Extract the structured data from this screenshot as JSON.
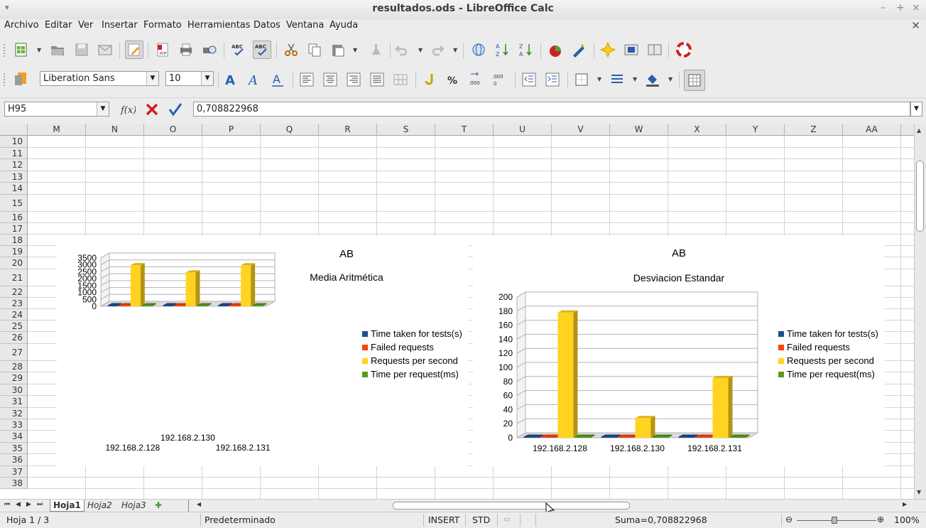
{
  "window": {
    "title": "resultados.ods - LibreOffice Calc"
  },
  "menu": [
    "Archivo",
    "Editar",
    "Ver",
    "Insertar",
    "Formato",
    "Herramientas",
    "Datos",
    "Ventana",
    "Ayuda"
  ],
  "format_toolbar": {
    "font_name": "Liberation Sans",
    "font_size": "10"
  },
  "formula_bar": {
    "name_box": "H95",
    "formula": "0,708822968"
  },
  "columns": [
    "M",
    "N",
    "O",
    "P",
    "Q",
    "R",
    "S",
    "T",
    "U",
    "V",
    "W",
    "X",
    "Y",
    "Z",
    "AA"
  ],
  "rows": [
    "10",
    "11",
    "12",
    "13",
    "14",
    "15",
    "16",
    "17",
    "18",
    "19",
    "20",
    "21",
    "22",
    "23",
    "24",
    "25",
    "26",
    "27",
    "28",
    "29",
    "30",
    "31",
    "32",
    "33",
    "34",
    "35",
    "36",
    "37",
    "38"
  ],
  "sheet_tabs": [
    "Hoja1",
    "Hoja2",
    "Hoja3"
  ],
  "status": {
    "page": "Hoja 1 / 3",
    "style": "Predeterminado",
    "mode": "INSERT",
    "selection": "STD",
    "sum": "Suma=0,708822968",
    "zoom": "100%"
  },
  "colors": {
    "series": [
      "#1f4e8c",
      "#ff420e",
      "#ffd320",
      "#579d1c"
    ]
  },
  "chart_data": [
    {
      "type": "bar",
      "title": "AB",
      "subtitle": "Media Aritmética",
      "categories": [
        "192.168.2.128",
        "192.168.2.130",
        "192.168.2.131"
      ],
      "ylim": [
        0,
        3500
      ],
      "yticks": [
        "0",
        "500",
        "1000",
        "1500",
        "2000",
        "2500",
        "3000",
        "3500"
      ],
      "series": [
        {
          "name": "Time taken for tests(s)",
          "values": [
            2,
            2,
            2
          ]
        },
        {
          "name": "Failed requests",
          "values": [
            0,
            0,
            0
          ]
        },
        {
          "name": "Requests per second",
          "values": [
            2980,
            2450,
            2970
          ]
        },
        {
          "name": "Time per request(ms)",
          "values": [
            0.35,
            0.4,
            0.35
          ]
        }
      ],
      "legend": "right",
      "grid": true
    },
    {
      "type": "bar",
      "title": "AB",
      "subtitle": "Desviacion Estandar",
      "categories": [
        "192.168.2.128",
        "192.168.2.130",
        "192.168.2.131"
      ],
      "ylim": [
        0,
        200
      ],
      "yticks": [
        "0",
        "20",
        "40",
        "60",
        "80",
        "100",
        "120",
        "140",
        "160",
        "180",
        "200"
      ],
      "series": [
        {
          "name": "Time taken for tests(s)",
          "values": [
            0.5,
            0.2,
            0.3
          ]
        },
        {
          "name": "Failed requests",
          "values": [
            0,
            0,
            0
          ]
        },
        {
          "name": "Requests per second",
          "values": [
            178,
            28,
            85
          ]
        },
        {
          "name": "Time per request(ms)",
          "values": [
            0.1,
            0.05,
            0.05
          ]
        }
      ],
      "legend": "right",
      "grid": true
    }
  ]
}
